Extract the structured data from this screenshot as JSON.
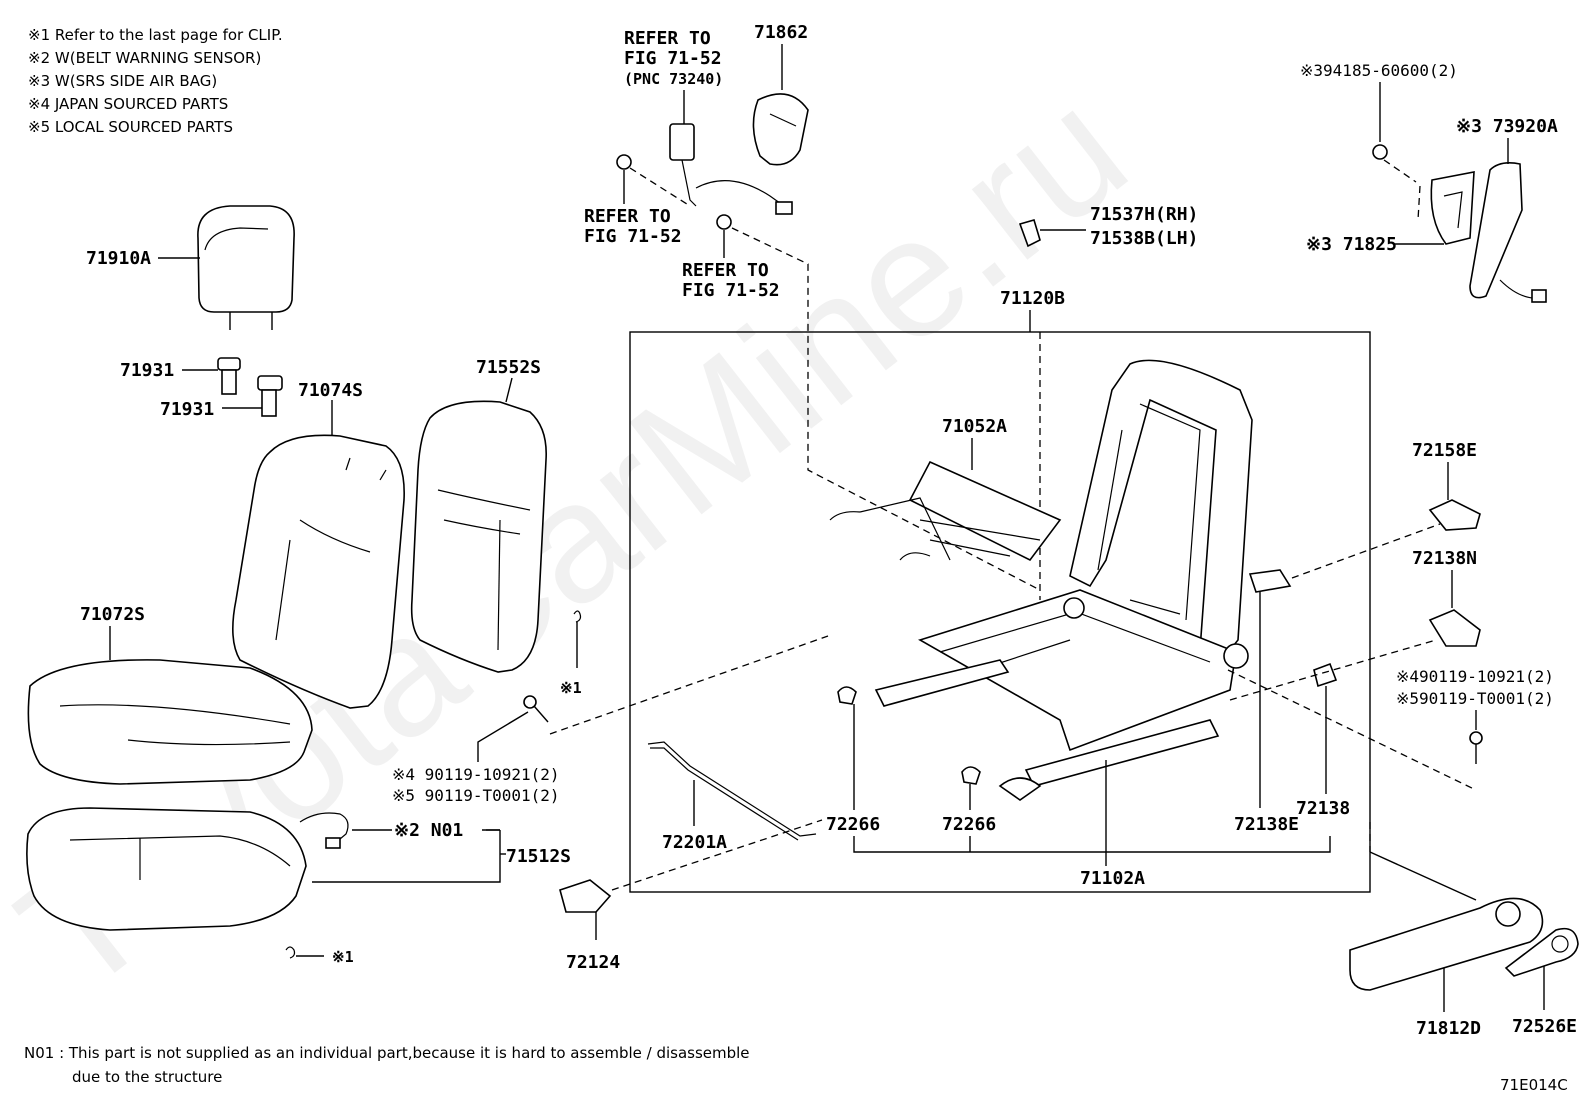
{
  "notes": {
    "n1": "※1  Refer to the last page for CLIP.",
    "n2": "※2  W(BELT WARNING SENSOR)",
    "n3": "※3  W(SRS SIDE AIR BAG)",
    "n4": "※4 JAPAN SOURCED PARTS",
    "n5": "※5 LOCAL SOURCED PARTS"
  },
  "footnote": {
    "line1": "N01 : This part is not supplied as an individual part,because it is hard to assemble / disassemble",
    "line2": "due to the structure"
  },
  "figure_code": "71E014C",
  "watermark": "ToyotaCarMine.ru",
  "refs": {
    "refer_top_1": "REFER TO",
    "refer_top_2": "FIG 71-52",
    "refer_top_3": "(PNC 73240)",
    "refer_mid_1": "REFER TO",
    "refer_mid_2": "FIG 71-52",
    "refer_low_1": "REFER TO",
    "refer_low_2": "FIG 71-52"
  },
  "parts": {
    "p71862": "71862",
    "p71910A": "71910A",
    "p71931a": "71931",
    "p71931b": "71931",
    "p71074S": "71074S",
    "p71552S": "71552S",
    "p71072S": "71072S",
    "clip1a": "※1",
    "clip1b": "※1",
    "bolt_jp": "※4 90119-10921(2)",
    "bolt_local": "※5 90119-T0001(2)",
    "n01": "※2 N01",
    "p71512S": "71512S",
    "p72124": "72124",
    "p72201A": "72201A",
    "p72266a": "72266",
    "p72266b": "72266",
    "p71102A": "71102A",
    "p72138E": "72138E",
    "p72138": "72138",
    "p71052A": "71052A",
    "p71120B": "71120B",
    "p71537H": "71537H(RH)",
    "p71538B": "71538B(LH)",
    "nut": "※394185-60600(2)",
    "p73920A": "※3 73920A",
    "p71825": "※3 71825",
    "p72158E": "72158E",
    "p72138N": "72138N",
    "bolt2_jp": "※490119-10921(2)",
    "bolt2_local": "※590119-T0001(2)",
    "p71812D": "71812D",
    "p72526E": "72526E"
  }
}
